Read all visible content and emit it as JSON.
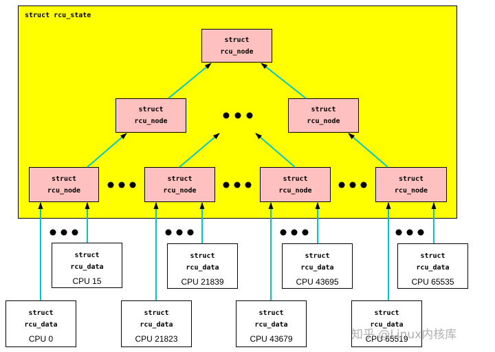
{
  "rcu_state": {
    "label": "struct rcu_state"
  },
  "rcu_node": {
    "line1": "struct",
    "line2": "rcu_node"
  },
  "rcu_data": {
    "line1": "struct",
    "line2": "rcu_data",
    "cpus": [
      "CPU 0",
      "CPU 15",
      "CPU 21823",
      "CPU 21839",
      "CPU 43679",
      "CPU 43695",
      "CPU 65519",
      "CPU 65535"
    ]
  },
  "watermark": "知乎 @Linux内核库",
  "colors": {
    "state_bg": "#ffff00",
    "node_bg": "#ffc0c0",
    "arrow": "#00c8c8"
  }
}
